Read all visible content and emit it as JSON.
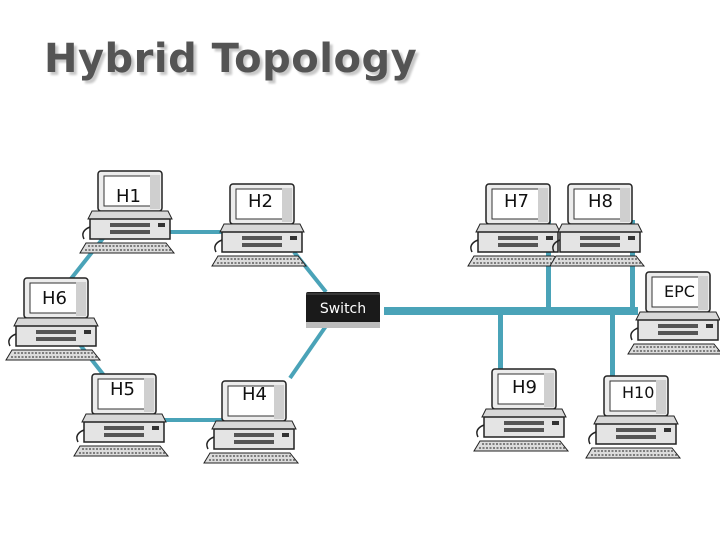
{
  "title": "Hybrid Topology",
  "colors": {
    "link": "#4aa3b8",
    "title": "#545454"
  },
  "nodes": [
    {
      "id": "H1",
      "label": "H1",
      "icon": "computer-icon"
    },
    {
      "id": "H2",
      "label": "H2",
      "icon": "computer-icon"
    },
    {
      "id": "H7",
      "label": "H7",
      "icon": "computer-icon"
    },
    {
      "id": "H8",
      "label": "H8",
      "icon": "computer-icon"
    },
    {
      "id": "H6",
      "label": "H6",
      "icon": "computer-icon"
    },
    {
      "id": "EPC",
      "label": "EPC",
      "icon": "computer-icon"
    },
    {
      "id": "H5",
      "label": "H5",
      "icon": "computer-icon"
    },
    {
      "id": "H4",
      "label": "H4",
      "icon": "computer-icon"
    },
    {
      "id": "H9",
      "label": "H9",
      "icon": "computer-icon"
    },
    {
      "id": "H10",
      "label": "H10",
      "icon": "computer-icon"
    },
    {
      "id": "Switch",
      "label": "Switch",
      "icon": "switch-icon"
    }
  ],
  "links": [
    [
      "H1",
      "H2"
    ],
    [
      "H2",
      "Switch"
    ],
    [
      "Switch",
      "H4"
    ],
    [
      "H4",
      "H5"
    ],
    [
      "H5",
      "H6"
    ],
    [
      "H6",
      "H1"
    ],
    [
      "Switch",
      "bus"
    ],
    [
      "H7",
      "bus"
    ],
    [
      "H8",
      "bus"
    ],
    [
      "H9",
      "bus"
    ],
    [
      "H10",
      "bus"
    ],
    [
      "EPC",
      "bus"
    ]
  ]
}
